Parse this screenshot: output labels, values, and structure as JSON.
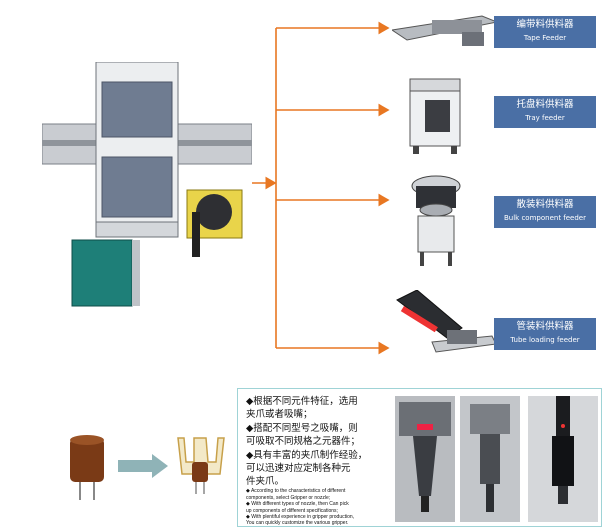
{
  "feeders": [
    {
      "zh": "编带料供料器",
      "en": "Tape Feeder",
      "icon": "tape-feeder-image"
    },
    {
      "zh": "托盘料供料器",
      "en": "Tray feeder",
      "icon": "tray-feeder-image"
    },
    {
      "zh": "散装料供料器",
      "en": "Bulk component feeder",
      "icon": "bulk-feeder-image"
    },
    {
      "zh": "管装料供料器",
      "en": "Tube loading feeder",
      "icon": "tube-feeder-image"
    }
  ],
  "bullets_zh": [
    "◆根据不同元件特征，选用",
    "夹爪或者吸嘴；",
    "◆搭配不同型号之吸嘴，则",
    "可吸取不同规格之元器件；",
    "◆具有丰富的夹爪制作经验，",
    "可以迅速对应定制各种元",
    "件夹爪。"
  ],
  "bullets_en": [
    "◆ According to the characteristics of different",
    "components, select Gripper or nozzle;",
    "◆ With different types of nozzle, then Can pick",
    "up components of different specifications;",
    "◆ With plentiful experience in gripper production,",
    "You can quickly customize the various gripper."
  ],
  "colors": {
    "label_bg": "#4a6fa5",
    "arrow": "#e87722",
    "panel_border": "#9fd3d6"
  }
}
